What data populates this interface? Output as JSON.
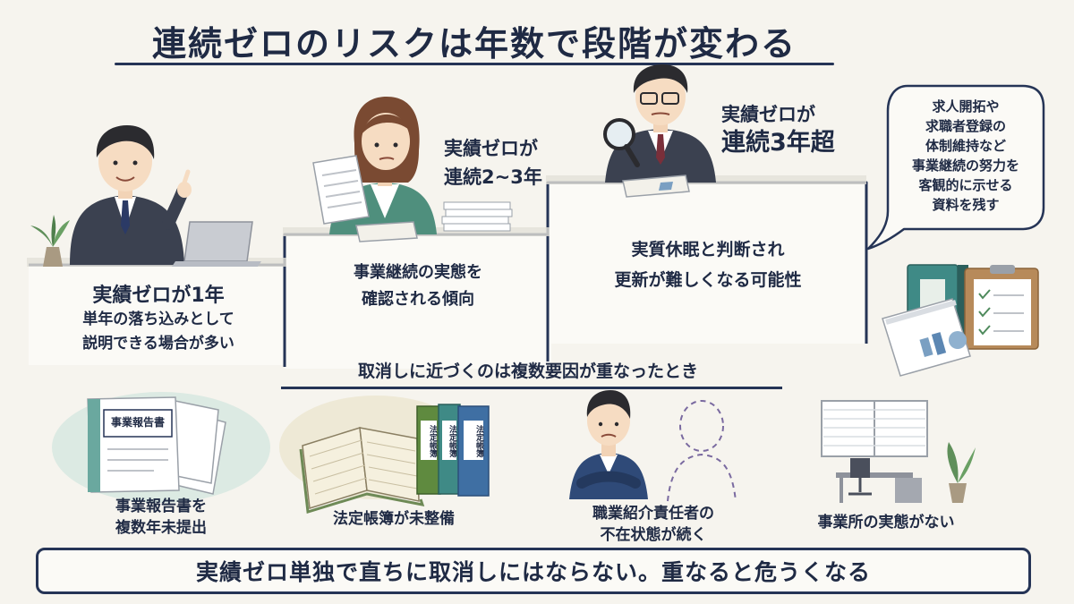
{
  "title": "連続ゼロのリスクは年数で段階が変わる",
  "levels": [
    {
      "title": "実績ゼロが1年",
      "desc": [
        "単年の落ち込みとして",
        "説明できる場合が多い"
      ]
    },
    {
      "label": [
        "実績ゼロが",
        "連続2~3年"
      ],
      "desc": [
        "事業継続の実態を",
        "確認される傾向"
      ]
    },
    {
      "label": [
        "実績ゼロが",
        "連続3年超"
      ],
      "desc": [
        "実質休眠と判断され",
        "更新が難しくなる可能性"
      ]
    }
  ],
  "bubble": [
    "求人開拓や",
    "求職者登録の",
    "体制維持など",
    "事業継続の努力を",
    "客観的に示せる",
    "資料を残す"
  ],
  "sub_heading": "取消しに近づくのは複数要因が重なったとき",
  "factors": [
    {
      "label": [
        "事業報告書を",
        "複数年未提出"
      ],
      "doc_title": "事業報告書"
    },
    {
      "label": [
        "法定帳簿が未整備"
      ],
      "binder_text": "法定帳簿"
    },
    {
      "label": [
        "職業紹介責任者の",
        "不在状態が続く"
      ]
    },
    {
      "label": [
        "事業所の実態がない"
      ]
    }
  ],
  "conclusion": "実績ゼロ単独で直ちに取消しにはならない。重なると危うくなる",
  "colors": {
    "navy": "#253456",
    "suit": "#3b4150",
    "green": "#4e8a5c",
    "teal": "#3f8a86",
    "blue": "#3f6fa3",
    "paper": "#fbfaf6",
    "bg": "#f6f4ee"
  }
}
